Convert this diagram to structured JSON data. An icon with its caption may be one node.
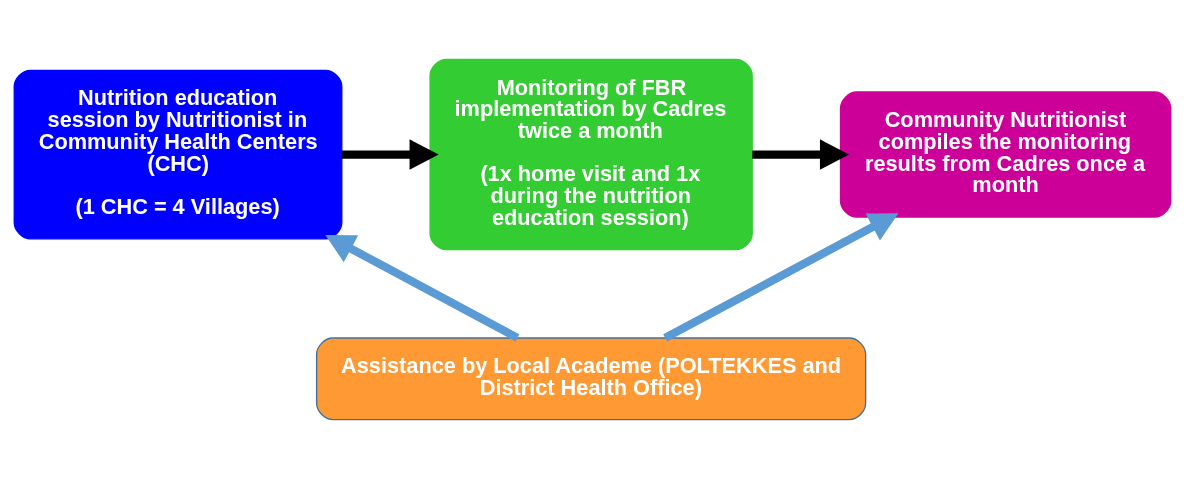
{
  "diagram": {
    "nodes": [
      {
        "text": [
          "Nutrition education session by Nutritionist in Community Health Centers (CHC)",
          "(1 CHC = 4 Villages)"
        ]
      },
      {
        "text": [
          "Monitoring of FBR implementation by Cadres twice a month",
          "(1x home visit and 1x during the nutrition education session)"
        ]
      },
      {
        "text": [
          "Community Nutritionist compiles the monitoring results from Cadres once a month"
        ]
      },
      {
        "text": [
          "Assistance by Local Academe (POLTEKKES and District Health Office)"
        ]
      }
    ],
    "edges": [
      {
        "from": 0,
        "to": 1,
        "arrow": "to"
      },
      {
        "from": 1,
        "to": 2,
        "arrow": "to"
      },
      {
        "from": 3,
        "to": 0,
        "arrow": "to",
        "color": "#5b9bd5"
      },
      {
        "from": 3,
        "to": 2,
        "arrow": "to",
        "color": "#5b9bd5"
      }
    ]
  }
}
